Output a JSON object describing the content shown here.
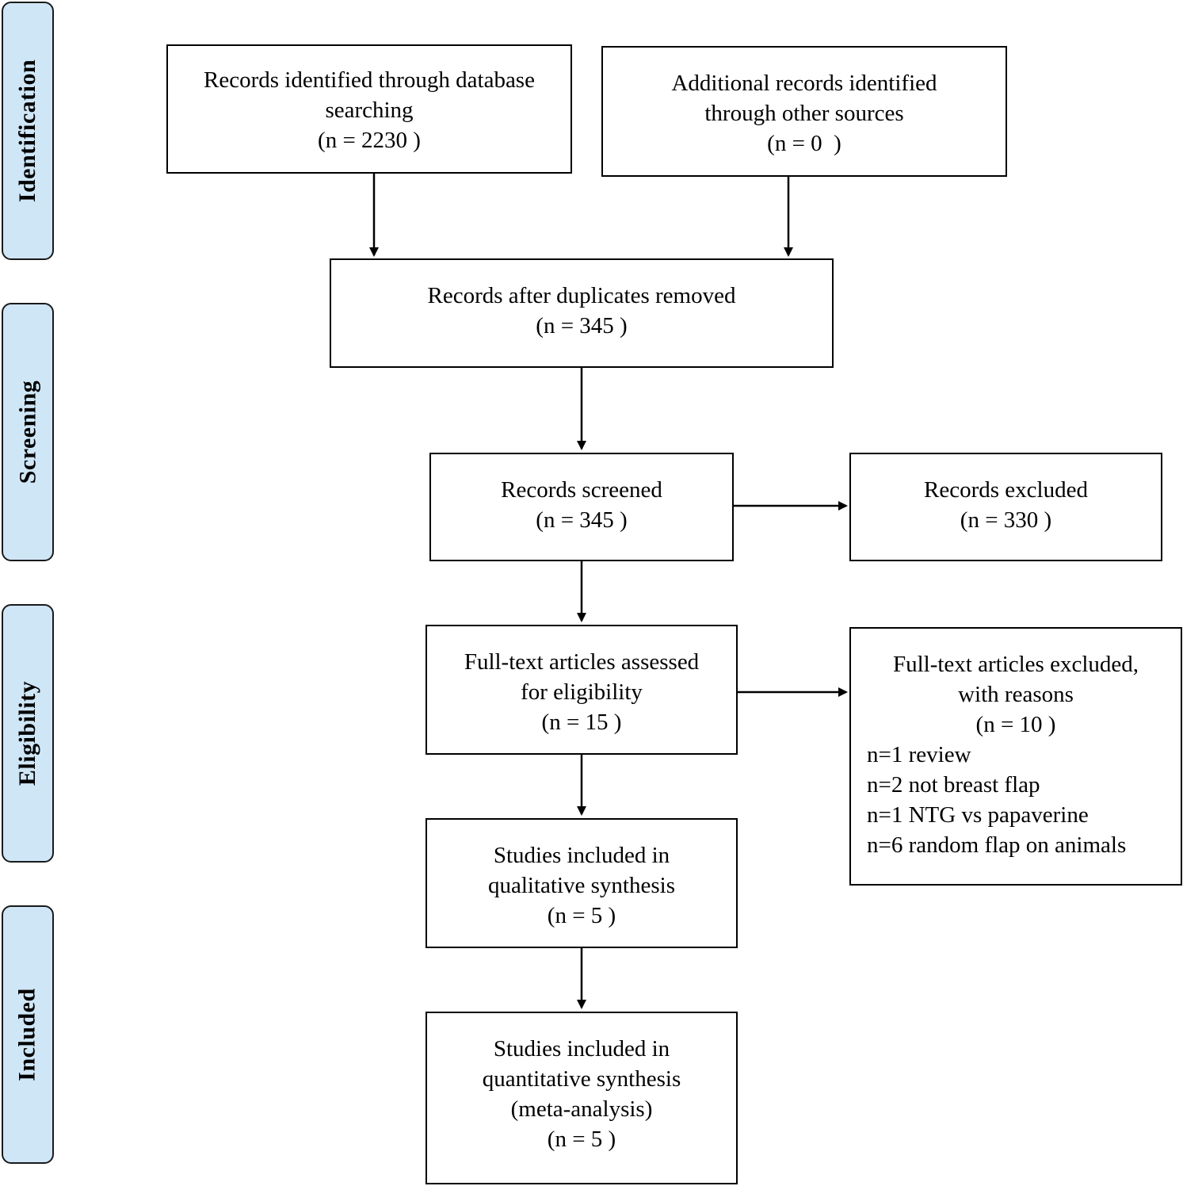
{
  "phases": [
    "Identification",
    "Screening",
    "Eligibility",
    "Included"
  ],
  "boxes": {
    "db_search": {
      "lines": [
        "Records identified through database",
        "searching",
        "(n = 2230 )"
      ]
    },
    "other_sources": {
      "lines": [
        "Additional records identified",
        "through other sources",
        "(n = 0  )"
      ]
    },
    "after_duplicates": {
      "lines": [
        "Records after duplicates removed",
        "(n = 345 )"
      ]
    },
    "screened": {
      "lines": [
        "Records screened",
        "(n = 345 )"
      ]
    },
    "excluded": {
      "lines": [
        "Records excluded",
        "(n = 330 )"
      ]
    },
    "fulltext_assessed": {
      "lines": [
        "Full-text articles assessed",
        "for eligibility",
        "(n = 15 )"
      ]
    },
    "fulltext_excluded": {
      "header": [
        "Full-text articles excluded,",
        "with reasons",
        "(n = 10 )"
      ],
      "reasons": [
        "n=1 review",
        "n=2 not breast flap",
        "n=1 NTG vs papaverine",
        "n=6 random flap on animals"
      ]
    },
    "qualitative": {
      "lines": [
        "Studies included in",
        "qualitative synthesis",
        "(n = 5 )"
      ]
    },
    "quantitative": {
      "lines": [
        "Studies included in",
        "quantitative synthesis",
        "(meta-analysis)",
        "(n = 5 )"
      ]
    }
  }
}
